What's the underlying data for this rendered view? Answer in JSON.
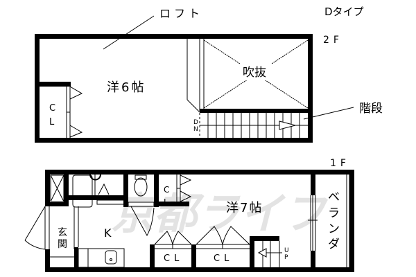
{
  "header": {
    "type_label": "Dタイプ",
    "floor_2_label": "2F",
    "floor_1_label": "1F"
  },
  "watermark": {
    "text": "京都ライフ",
    "color": "#e3e3e3"
  },
  "floor_2": {
    "loft_label": "ロフト",
    "room_label": "洋6帖",
    "closet_label_c": "C",
    "closet_label_l": "L",
    "void_label": "吹抜",
    "stairs_label": "階段",
    "stairs_dn_d": "D",
    "stairs_dn_n": "N"
  },
  "floor_1": {
    "entrance_label_1": "玄",
    "entrance_label_2": "関",
    "kitchen_label": "K",
    "room_label": "洋7帖",
    "closet_small_c": "C",
    "closet_small_l": "L",
    "closet_1_label": "CL",
    "closet_2_label": "CL",
    "veranda_chars": [
      "ベ",
      "ラ",
      "ン",
      "ダ"
    ],
    "stairs_up_u": "U",
    "stairs_up_p": "P"
  },
  "colors": {
    "wall": "#000000",
    "background": "#ffffff"
  }
}
